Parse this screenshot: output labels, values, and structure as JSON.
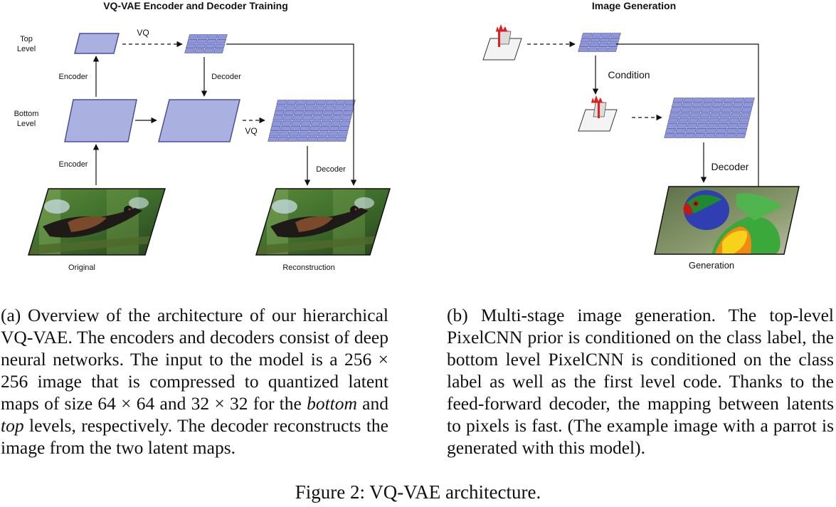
{
  "panel_a": {
    "title": "VQ-VAE Encoder and Decoder Training",
    "top_level_line1": "Top",
    "top_level_line2": "Level",
    "bottom_level_line1": "Bottom",
    "bottom_level_line2": "Level",
    "vq_top": "VQ",
    "vq_bottom": "VQ",
    "encoder_top": "Encoder",
    "encoder_bottom": "Encoder",
    "decoder_mid": "Decoder",
    "decoder_out": "Decoder",
    "original_label": "Original",
    "reconstruction_label": "Reconstruction"
  },
  "panel_b": {
    "title": "Image Generation",
    "condition_label": "Condition",
    "decoder_label": "Decoder",
    "generation_label": "Generation"
  },
  "caption_a": {
    "part1": "(a) Overview of the architecture of our hierarchical VQ-VAE. The encoders and decoders consist of deep neural networks. The input to the model is a 256 × 256 image that is compressed to quantized latent maps of size 64 × 64 and 32 × 32 for the ",
    "em1": "bottom",
    "part2": " and ",
    "em2": "top",
    "part3": " levels, respectively. The decoder reconstructs the image from the two latent maps."
  },
  "caption_b": "(b) Multi-stage image generation. The top-level PixelCNN prior is conditioned on the class label, the bottom level PixelCNN is conditioned on the class label as well as the first level code. Thanks to the feed-forward decoder, the mapping between latents to pixels is fast. (The example image with a parrot is generated with this model).",
  "figure_caption": "Figure 2: VQ-VAE architecture.",
  "colors": {
    "latent_fill": "#aab0e0",
    "latent_stroke": "#4a4f9a",
    "grid_fill": "#8e96dc",
    "grid_stroke": "#ffffff",
    "prior_red": "#dd2020"
  }
}
